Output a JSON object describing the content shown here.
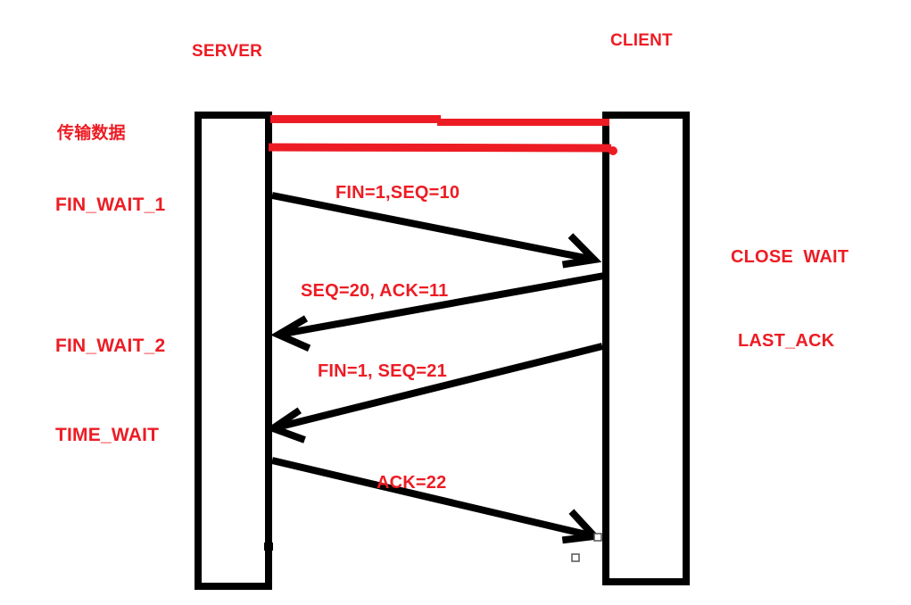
{
  "diagram": {
    "kind": "hand-drawn TCP connection close sequence diagram",
    "colors": {
      "annotation_red": "#ed1c24",
      "stroke_black": "#000000",
      "background": "#ffffff"
    },
    "lifelines": {
      "server": "SERVER",
      "client": "CLIENT"
    },
    "server_states": {
      "data_transfer": "传输数据",
      "fin_wait_1": "FIN_WAIT_1",
      "fin_wait_2": "FIN_WAIT_2",
      "time_wait": "TIME_WAIT"
    },
    "client_states": {
      "close_wait": "CLOSE  WAIT",
      "last_ack": "LAST_ACK"
    },
    "messages": [
      {
        "label": "FIN=1,SEQ=10",
        "from": "SERVER",
        "to": "CLIENT"
      },
      {
        "label": "SEQ=20, ACK=11",
        "from": "CLIENT",
        "to": "SERVER"
      },
      {
        "label": "FIN=1, SEQ=21",
        "from": "CLIENT",
        "to": "SERVER"
      },
      {
        "label": "ACK=22",
        "from": "SERVER",
        "to": "CLIENT"
      }
    ],
    "data_transfer_lines": {
      "count": 2,
      "color": "#ed1c24",
      "direction": "between SERVER and CLIENT"
    }
  }
}
